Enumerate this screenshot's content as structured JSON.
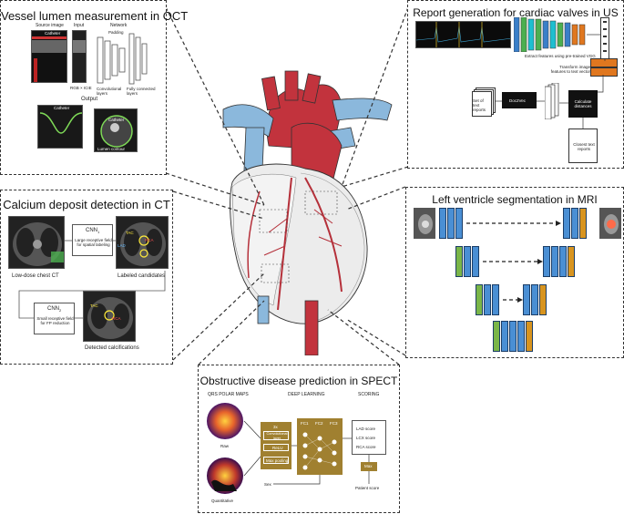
{
  "panels": {
    "oct": {
      "title": "Vessel lumen measurement in OCT",
      "source_image": "Source image",
      "input": "Input",
      "network": "Network",
      "catheter": "Catheter",
      "rgb_label": "RGB × ICIE",
      "padding": "Padding",
      "conv_layers": "Convolutional layers",
      "fc_layers": "Fully connected layers",
      "output": "Output",
      "lumen_contour": "Lumen contour"
    },
    "ct": {
      "title": "Calcium deposit detection in CT",
      "cnn1": "CNN",
      "cnn1_sub": "1",
      "cnn1_desc": "Large receptive field for spatial labeling",
      "cnn2": "CNN",
      "cnn2_sub": "2",
      "cnn2_desc": "Small receptive field for FP reduction",
      "lowdose": "Low-dose chest CT",
      "labeled": "Labeled candidates",
      "detected": "Detected calcifications",
      "tac": "TAC",
      "rca": "RCA",
      "lad": "LAD"
    },
    "us": {
      "title": "Report generation for cardiac valves in US",
      "extract": "Extract features using pre-trained VGG",
      "transform": "Transform image features to text vector",
      "set_reports": "Set of text reports",
      "doc2vec": "Doc2Vec",
      "calc_dist": "Calculate distances",
      "closest": "Closest text reports"
    },
    "mri": {
      "title": "Left ventricle segmentation in MRI"
    },
    "spect": {
      "title": "Obstructive disease prediction in SPECT",
      "polar_maps": "QRS POLAR MAPS",
      "deep_learning": "DEEP LEARNING",
      "scoring": "SCORING",
      "raw": "Raw",
      "quantitative": "Quantitative",
      "conv_layer": "Convolutional layer",
      "relu": "ReLU",
      "maxpool": "Max pooling",
      "three_x": "3x",
      "fc1": "FC1",
      "fc2": "FC2",
      "fc3": "FC3",
      "lad_score": "LAD score",
      "lcx_score": "LCX score",
      "rca_score": "RCA score",
      "max": "Max",
      "patient_score": "Patient score",
      "sex": "Sex"
    }
  },
  "colors": {
    "blue": "#4a8fd4",
    "green": "#7ab648",
    "orange": "#d8941f",
    "artery_red": "#b5303a",
    "vein_blue": "#8bb8dc",
    "olive": "#a08030"
  }
}
